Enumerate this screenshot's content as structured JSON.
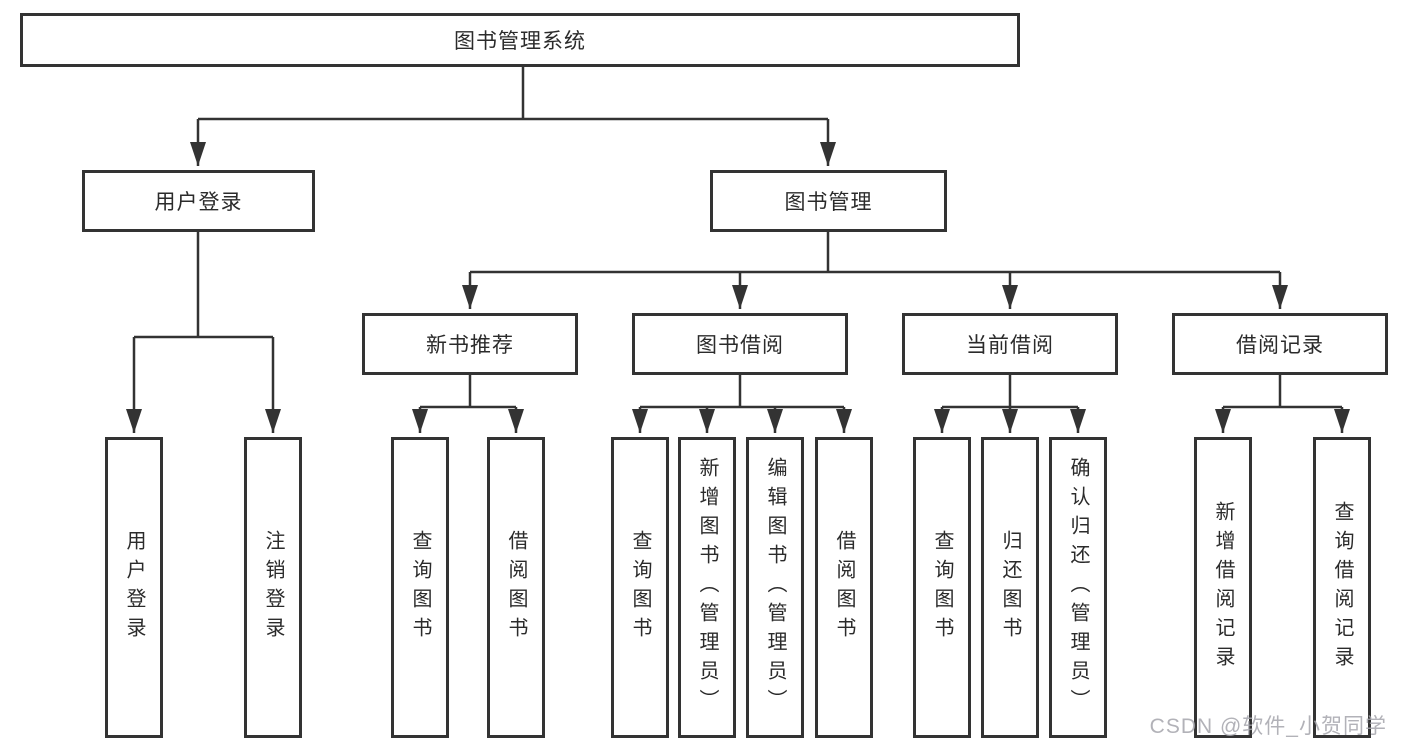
{
  "tree": {
    "root": {
      "label": "图书管理系统"
    },
    "level1": [
      {
        "label": "用户登录"
      },
      {
        "label": "图书管理"
      }
    ],
    "level2": [
      {
        "label": "新书推荐"
      },
      {
        "label": "图书借阅"
      },
      {
        "label": "当前借阅"
      },
      {
        "label": "借阅记录"
      }
    ],
    "leaves": {
      "user_login": [
        {
          "label": "用户登录"
        },
        {
          "label": "注销登录"
        }
      ],
      "new_books": [
        {
          "label": "查询图书"
        },
        {
          "label": "借阅图书"
        }
      ],
      "book_borrow": [
        {
          "label": "查询图书"
        },
        {
          "label": "新增图书（管理员）"
        },
        {
          "label": "编辑图书（管理员）"
        },
        {
          "label": "借阅图书"
        }
      ],
      "current_borrow": [
        {
          "label": "查询图书"
        },
        {
          "label": "归还图书"
        },
        {
          "label": "确认归还（管理员）"
        }
      ],
      "borrow_records": [
        {
          "label": "新增借阅记录"
        },
        {
          "label": "查询借阅记录"
        }
      ]
    }
  },
  "watermark": {
    "text": "CSDN @软件_小贺同学"
  },
  "colors": {
    "line": "#333333",
    "text": "#2b2b2b",
    "background": "#ffffff",
    "watermark": "#a4a4ac"
  }
}
